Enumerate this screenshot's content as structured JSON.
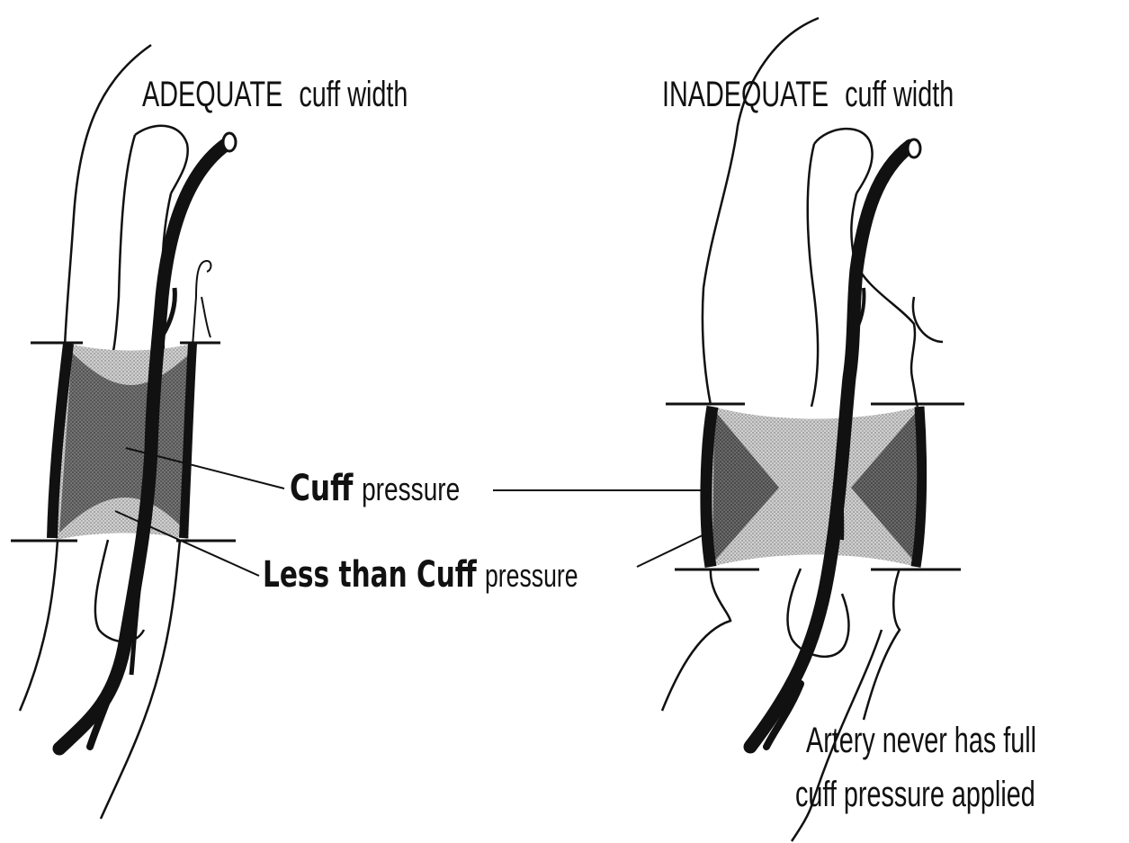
{
  "panels": {
    "left": {
      "title_caps": "ADEQUATE",
      "title_rest": "cuff width"
    },
    "right": {
      "title_caps": "INADEQUATE",
      "title_rest": "cuff width"
    }
  },
  "labels": {
    "cuff_bold": "Cuff",
    "cuff_rest": "pressure",
    "less_bold": "Less than Cuff",
    "less_rest": "pressure"
  },
  "note": {
    "line1": "Artery never has full",
    "line2": "cuff pressure applied"
  },
  "colors": {
    "ink": "#111111",
    "cuff_light": "#c6c6c6",
    "cuff_dark": "#5a5a5a"
  }
}
